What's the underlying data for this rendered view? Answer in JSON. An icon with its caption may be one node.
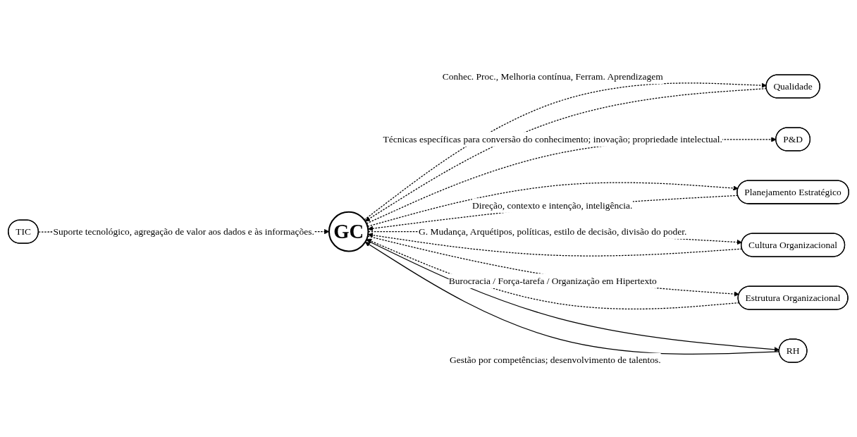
{
  "diagram": {
    "nodes": [
      {
        "text": [
          "TIC"
        ]
      },
      {
        "text": [
          "Qualidade"
        ]
      },
      {
        "text": [
          "P&D"
        ]
      },
      {
        "text": [
          "Planejamento Estratégico"
        ]
      },
      {
        "text": [
          "GC"
        ]
      },
      {
        "text": [
          "Cultura Organizacional"
        ]
      },
      {
        "text": [
          "Estrutura Organizacional"
        ]
      },
      {
        "text": [
          "RH"
        ]
      }
    ],
    "edges": [
      {
        "from": 0,
        "to": 4,
        "arrow": "to",
        "style": "dashed",
        "label": "Suporte tecnológico, agregação de valor aos dados e às informações."
      },
      {
        "from": 1,
        "to": 4,
        "arrow": "to",
        "style": "dashed"
      },
      {
        "from": 4,
        "to": 1,
        "arrow": "to",
        "style": "dashed",
        "label": "Conhec. Proc., Melhoria contínua, Ferram. Aprendizagem"
      },
      {
        "from": 4,
        "to": 2,
        "arrow": "to",
        "style": "dashed",
        "label": "Técnicas específicas para conversão do conhecimento; inovação; propriedade intelectual."
      },
      {
        "from": 3,
        "to": 4,
        "arrow": "to",
        "style": "dashed",
        "label": "Direção, contexto e intenção, inteligência."
      },
      {
        "from": 4,
        "to": 3,
        "arrow": "to",
        "style": "dashed"
      },
      {
        "from": 4,
        "to": 5,
        "arrow": "to",
        "style": "dashed",
        "label": "G. Mudança, Arquétipos, políticas, estilo de decisão, divisão do poder."
      },
      {
        "from": 5,
        "to": 4,
        "arrow": "to",
        "style": "dashed"
      },
      {
        "from": 4,
        "to": 6,
        "arrow": "to",
        "style": "dashed",
        "label": "Burocracia / Força-tarefa / Organização em Hipertexto"
      },
      {
        "from": 6,
        "to": 4,
        "arrow": "to",
        "style": "dashed"
      },
      {
        "from": 7,
        "to": 4,
        "arrow": "to",
        "label": "Gestão por competências; desenvolvimento de talentos."
      },
      {
        "from": 4,
        "to": 7,
        "arrow": "to"
      }
    ]
  }
}
